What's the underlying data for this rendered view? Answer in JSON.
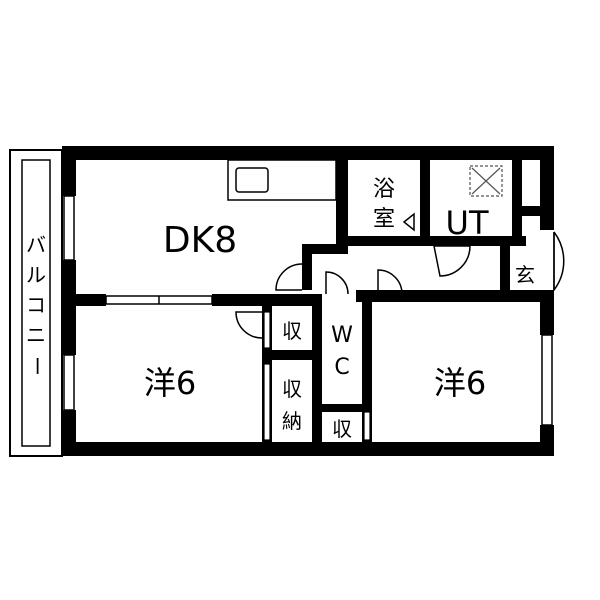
{
  "rooms": {
    "dk": "DK8",
    "western_left": "洋6",
    "western_right": "洋6",
    "bath_top": "浴",
    "bath_bottom": "室",
    "utility": "UT",
    "toilet_w": "W",
    "toilet_c": "C",
    "entrance": "玄",
    "storage_small_left": "収",
    "closet_top": "収",
    "closet_bottom": "納",
    "storage_small_center": "収"
  },
  "balcony": [
    "バ",
    "ル",
    "コ",
    "ニ",
    "ー"
  ],
  "colors": {
    "wall": "#000000",
    "background": "#ffffff",
    "fixture": "#555555"
  }
}
